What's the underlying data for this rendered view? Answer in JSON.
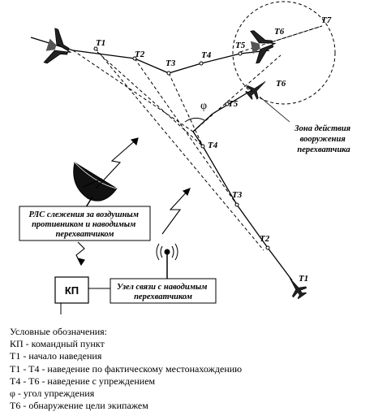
{
  "points_path": {
    "T1": "T1",
    "T2": "T2",
    "T3": "T3",
    "T4": "T4",
    "T5": "T5",
    "T6": "T6",
    "T7": "T7"
  },
  "points_fighter": {
    "T1": "T1",
    "T2": "T2",
    "T3": "T3",
    "T4": "T4",
    "T5": "T5",
    "T6": "T6"
  },
  "phi_label": "φ",
  "zone_label": [
    "Зона действия",
    "вооружения",
    "перехватчика"
  ],
  "radar_box": [
    "РЛС слежения за воздушным",
    "противником и наводимым",
    "перехватчиком"
  ],
  "kp_box": "КП",
  "comm_box": [
    "Узел связи с наводимым",
    "перехватчиком"
  ],
  "legend": {
    "title": "Условные обозначения:",
    "items": [
      "КП - командный пункт",
      "T1 - начало наведения",
      "T1 - T4 - наведение по фактическому местонахождению",
      "T4 - T6 - наведение с упреждением",
      "φ - угол упреждения",
      "T6 - обнаружение цели экипажем"
    ]
  }
}
